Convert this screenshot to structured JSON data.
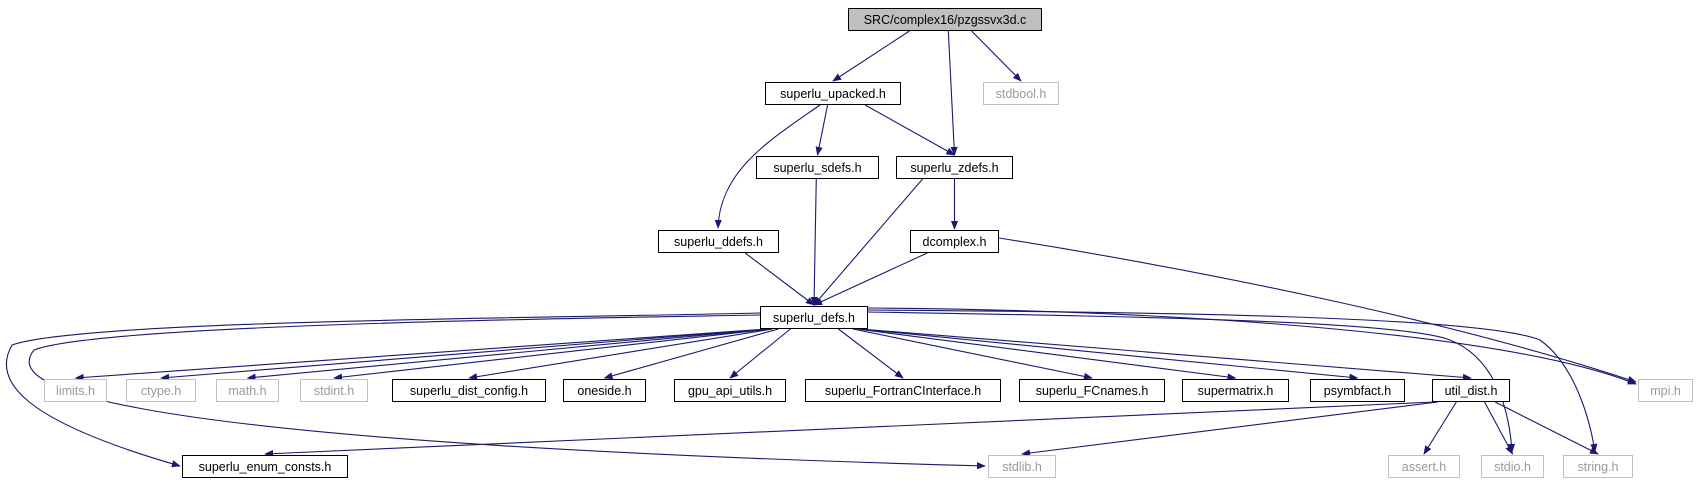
{
  "graph": {
    "root": "SRC/complex16/pzgssvx3d.c",
    "nodes": [
      {
        "id": "root",
        "label": "SRC/complex16/pzgssvx3d.c",
        "kind": "root"
      },
      {
        "id": "upacked",
        "label": "superlu_upacked.h",
        "kind": "doc"
      },
      {
        "id": "stdbool",
        "label": "stdbool.h",
        "kind": "ext"
      },
      {
        "id": "sdefs",
        "label": "superlu_sdefs.h",
        "kind": "doc"
      },
      {
        "id": "zdefs",
        "label": "superlu_zdefs.h",
        "kind": "doc"
      },
      {
        "id": "ddefs",
        "label": "superlu_ddefs.h",
        "kind": "doc"
      },
      {
        "id": "dcomplex",
        "label": "dcomplex.h",
        "kind": "doc"
      },
      {
        "id": "defs",
        "label": "superlu_defs.h",
        "kind": "doc"
      },
      {
        "id": "limits",
        "label": "limits.h",
        "kind": "ext"
      },
      {
        "id": "ctype",
        "label": "ctype.h",
        "kind": "ext"
      },
      {
        "id": "math",
        "label": "math.h",
        "kind": "ext"
      },
      {
        "id": "stdint",
        "label": "stdint.h",
        "kind": "ext"
      },
      {
        "id": "distconfig",
        "label": "superlu_dist_config.h",
        "kind": "doc"
      },
      {
        "id": "oneside",
        "label": "oneside.h",
        "kind": "doc"
      },
      {
        "id": "gpuapi",
        "label": "gpu_api_utils.h",
        "kind": "doc"
      },
      {
        "id": "fortran",
        "label": "superlu_FortranCInterface.h",
        "kind": "doc"
      },
      {
        "id": "fcnames",
        "label": "superlu_FCnames.h",
        "kind": "doc"
      },
      {
        "id": "supermatrix",
        "label": "supermatrix.h",
        "kind": "doc"
      },
      {
        "id": "psymbfact",
        "label": "psymbfact.h",
        "kind": "doc"
      },
      {
        "id": "utildist",
        "label": "util_dist.h",
        "kind": "doc"
      },
      {
        "id": "mpi",
        "label": "mpi.h",
        "kind": "ext"
      },
      {
        "id": "enumconsts",
        "label": "superlu_enum_consts.h",
        "kind": "doc"
      },
      {
        "id": "stdlib",
        "label": "stdlib.h",
        "kind": "ext"
      },
      {
        "id": "assert",
        "label": "assert.h",
        "kind": "ext"
      },
      {
        "id": "stdio",
        "label": "stdio.h",
        "kind": "ext"
      },
      {
        "id": "string",
        "label": "string.h",
        "kind": "ext"
      }
    ],
    "edges": [
      [
        "root",
        "upacked"
      ],
      [
        "root",
        "stdbool"
      ],
      [
        "root",
        "zdefs"
      ],
      [
        "upacked",
        "ddefs"
      ],
      [
        "upacked",
        "sdefs"
      ],
      [
        "upacked",
        "zdefs"
      ],
      [
        "sdefs",
        "defs"
      ],
      [
        "zdefs",
        "defs"
      ],
      [
        "zdefs",
        "dcomplex"
      ],
      [
        "ddefs",
        "defs"
      ],
      [
        "dcomplex",
        "defs"
      ],
      [
        "dcomplex",
        "mpi"
      ],
      [
        "defs",
        "limits"
      ],
      [
        "defs",
        "ctype"
      ],
      [
        "defs",
        "math"
      ],
      [
        "defs",
        "stdint"
      ],
      [
        "defs",
        "distconfig"
      ],
      [
        "defs",
        "oneside"
      ],
      [
        "defs",
        "gpuapi"
      ],
      [
        "defs",
        "fortran"
      ],
      [
        "defs",
        "fcnames"
      ],
      [
        "defs",
        "supermatrix"
      ],
      [
        "defs",
        "psymbfact"
      ],
      [
        "defs",
        "utildist"
      ],
      [
        "defs",
        "mpi"
      ],
      [
        "defs",
        "enumconsts"
      ],
      [
        "defs",
        "stdlib"
      ],
      [
        "defs",
        "stdio"
      ],
      [
        "defs",
        "string"
      ],
      [
        "utildist",
        "enumconsts"
      ],
      [
        "utildist",
        "stdlib"
      ],
      [
        "utildist",
        "assert"
      ],
      [
        "utildist",
        "stdio"
      ],
      [
        "utildist",
        "string"
      ]
    ]
  },
  "colors": {
    "edge": "#191970",
    "root_fill": "#bfbfbf",
    "ext_border": "#bfbfbf",
    "ext_text": "#9a9a9a"
  }
}
